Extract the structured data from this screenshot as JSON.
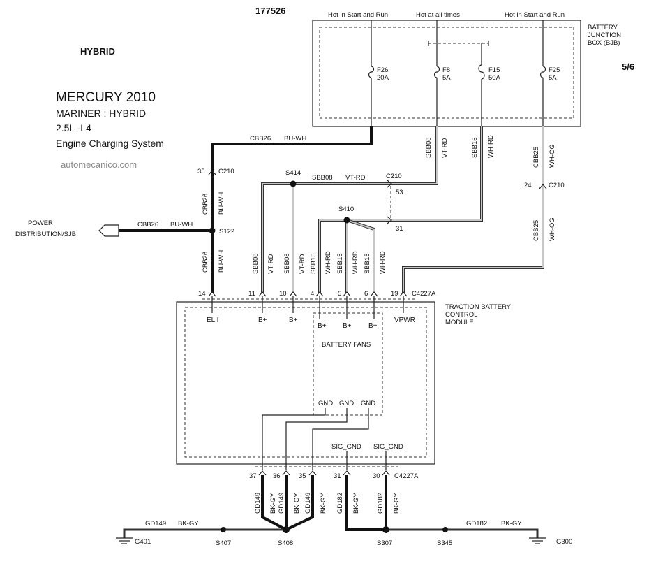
{
  "header": {
    "doc_number": "177526",
    "page_index": "5/6",
    "hybrid_label": "HYBRID",
    "title_lines": [
      "MERCURY 2010",
      "MARINER :  HYBRID",
      "2.5L -L4",
      "Engine Charging System"
    ],
    "watermark": "automecanico.com"
  },
  "bjb": {
    "label_lines": [
      "BATTERY",
      "JUNCTION",
      "BOX (BJB)"
    ],
    "feed_labels": [
      "Hot in Start and Run",
      "Hot at all times",
      "Hot in Start and Run"
    ],
    "fuses": [
      {
        "id": "F26",
        "rating": "20A"
      },
      {
        "id": "F8",
        "rating": "5A"
      },
      {
        "id": "F15",
        "rating": "50A"
      },
      {
        "id": "F25",
        "rating": "5A"
      }
    ]
  },
  "tbcm": {
    "label_lines": [
      "TRACTION BATTERY",
      "CONTROL",
      "MODULE"
    ],
    "connector_top": "C4227A",
    "connector_bottom": "C4227A",
    "pins_top": [
      "14",
      "11",
      "10",
      "4",
      "5",
      "6",
      "19"
    ],
    "pin_names_top": [
      "EL I",
      "B+",
      "B+",
      "VPWR"
    ],
    "fans_label": "BATTERY FANS",
    "fan_bplus": [
      "B+",
      "B+",
      "B+"
    ],
    "fan_gnd": [
      "GND",
      "GND",
      "GND"
    ],
    "sig_gnd": [
      "SIG_GND",
      "SIG_GND"
    ],
    "pins_bottom": [
      "37",
      "36",
      "35",
      "31",
      "30"
    ]
  },
  "power_dist": {
    "label_lines": [
      "POWER",
      "DISTRIBUTION/SJB"
    ]
  },
  "splices": [
    "S414",
    "S410",
    "S122",
    "S407",
    "S408",
    "S307",
    "S345"
  ],
  "connectors": {
    "c210": "C210",
    "pins": [
      "35",
      "53",
      "31",
      "24"
    ]
  },
  "grounds": [
    "G401",
    "G300"
  ],
  "wires": {
    "cbb26": "CBB26",
    "bu_wh": "BU-WH",
    "sbb08": "SBB08",
    "vt_rd": "VT-RD",
    "sbb15": "SBB15",
    "wh_rd": "WH-RD",
    "cbb25": "CBB25",
    "wh_og": "WH-OG",
    "gd149": "GD149",
    "gd182": "GD182",
    "bk_gy": "BK-GY"
  }
}
